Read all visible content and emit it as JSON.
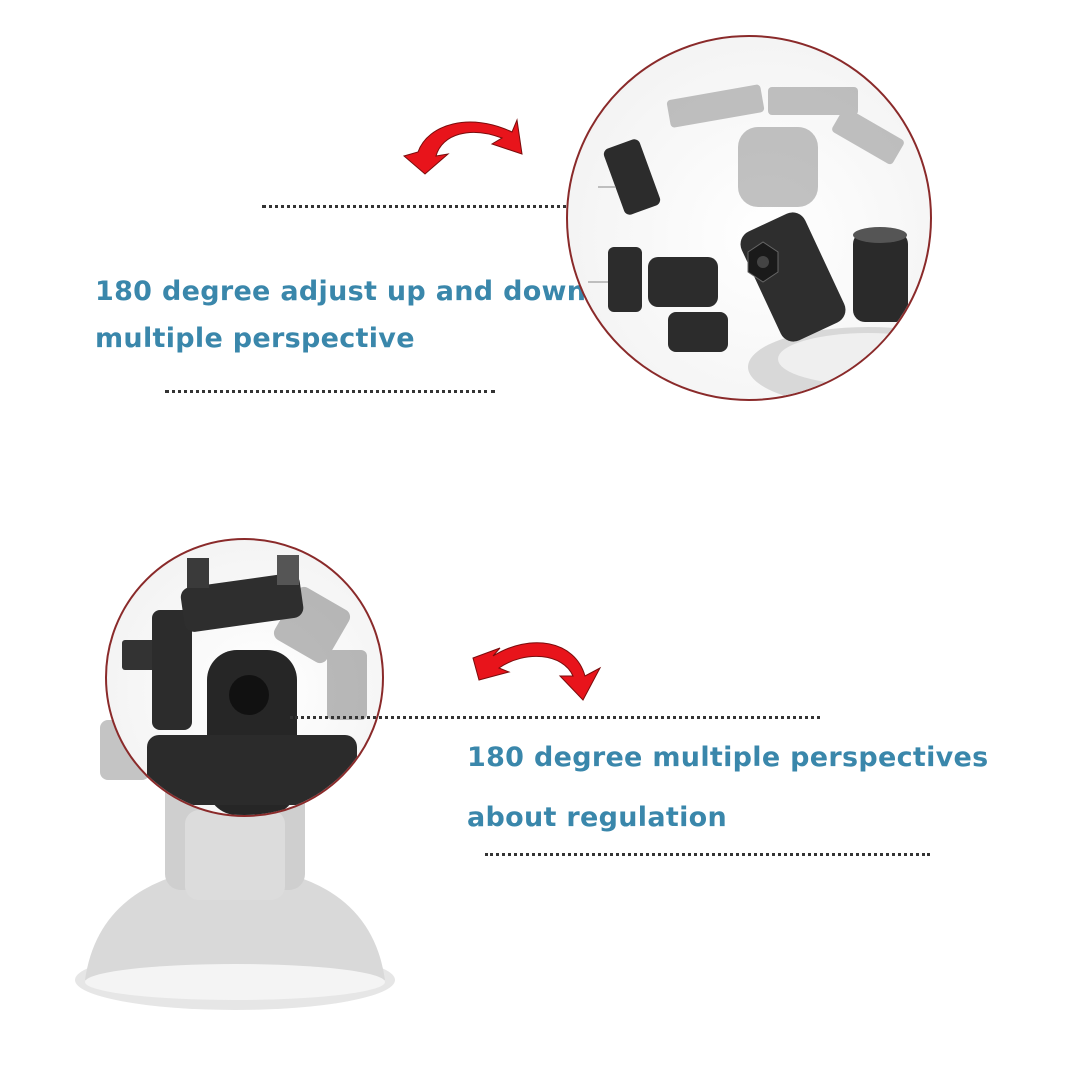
{
  "section_top": {
    "caption_line1": "180 degree adjust up and down",
    "caption_line2": "multiple perspective",
    "arrow_icon": "curved-double-arrow",
    "arrow_color": "#e8141b"
  },
  "section_bottom": {
    "caption_line1": "180 degree multiple perspectives",
    "caption_line2": "about regulation",
    "arrow_icon": "curved-double-arrow",
    "arrow_color": "#e8141b"
  },
  "colors": {
    "caption": "#3a87ab",
    "circle_border": "#8a2a2a",
    "mount_dark": "#2b2b2b",
    "suction_light": "#d9d9d9"
  }
}
